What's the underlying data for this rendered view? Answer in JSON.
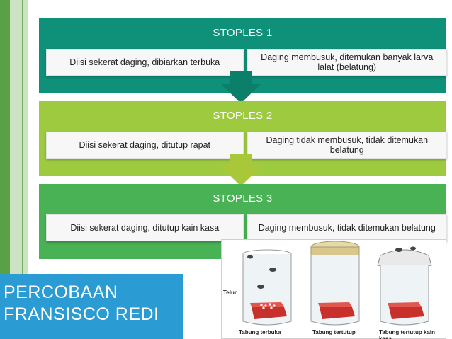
{
  "blocks": [
    {
      "title": "STOPLES 1",
      "left": "Diisi sekerat daging, dibiarkan terbuka",
      "right": "Daging membusuk, ditemukan banyak larva lalat (belatung)"
    },
    {
      "title": "STOPLES 2",
      "left": "Diisi sekerat daging, ditutup rapat",
      "right": "Daging tidak membusuk, tidak ditemukan belatung"
    },
    {
      "title": "STOPLES 3",
      "left": "Diisi sekerat daging, ditutup kain kasa",
      "right": "Daging membusuk, tidak ditemukan belatung"
    }
  ],
  "title_line1": "PERCOBAAN",
  "title_line2": "FRANSISCO REDI",
  "illustration": {
    "egg_label": "Telur",
    "captions": [
      "Tabung terbuka",
      "Tabung tertutup",
      "Tabung tertutup kain kasa"
    ]
  },
  "colors": {
    "block1": "#0f9079",
    "block2": "#9dca3f",
    "block3": "#48b254",
    "title_bg": "#2a9bd3",
    "side_band": "#5aa046"
  }
}
